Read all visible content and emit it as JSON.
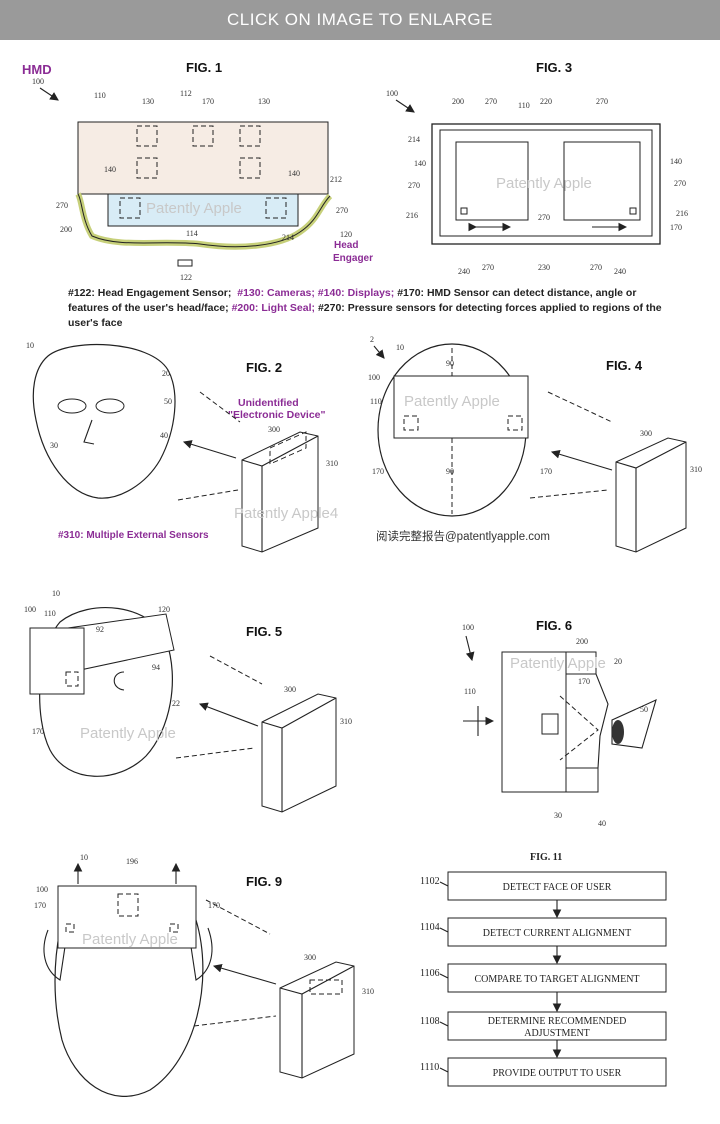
{
  "banner": "CLICK ON IMAGE TO ENLARGE",
  "figures": {
    "fig1": "FIG. 1",
    "fig2": "FIG. 2",
    "fig3": "FIG. 3",
    "fig4": "FIG. 4",
    "fig5": "FIG. 5",
    "fig6": "FIG. 6",
    "fig9": "FIG. 9",
    "fig11": "FIG. 11"
  },
  "annotations": {
    "hmd": "HMD",
    "head_engager_1": "Head",
    "head_engager_2": "Engager",
    "unidentified_1": "Unidentified",
    "unidentified_2": "\"Electronic Device\"",
    "ext_sensors": "#310: Multiple External Sensors",
    "chinese_link": "阅读完整报告@patentlyapple.com"
  },
  "watermarks": {
    "w1": "Patently Apple",
    "w2": "Patently Apple",
    "w3": "Patently Apple4",
    "w4": "Patently Apple",
    "w5": "Patently Apple",
    "w6": "Patently Apple",
    "w7": "Patently Apple"
  },
  "caption": {
    "s122": "#122: Head Engagement Sensor;",
    "s130": "#130: Cameras;",
    "s140": "#140: Displays;",
    "s170": "#170: HMD Sensor can detect distance, angle or features of the user's head/face;",
    "s200": "#200: Light Seal;",
    "s270": "#270: Pressure sensors for detecting forces applied to regions of the user's face"
  },
  "refs": {
    "r2": "2",
    "r10": "10",
    "r20": "20",
    "r22": "22",
    "r30": "30",
    "r40": "40",
    "r50": "50",
    "r90": "90",
    "r92": "92",
    "r94": "94",
    "r100": "100",
    "r110": "110",
    "r112": "112",
    "r114": "114",
    "r120": "120",
    "r122": "122",
    "r130": "130",
    "r140": "140",
    "r170": "170",
    "r196": "196",
    "r200": "200",
    "r212": "212",
    "r214": "214",
    "r216": "216",
    "r220": "220",
    "r230": "230",
    "r240": "240",
    "r270": "270",
    "r300": "300",
    "r310": "310"
  },
  "flowchart": {
    "steps": [
      {
        "id": "1102",
        "text": "DETECT FACE OF USER"
      },
      {
        "id": "1104",
        "text": "DETECT CURRENT ALIGNMENT"
      },
      {
        "id": "1106",
        "text": "COMPARE TO TARGET ALIGNMENT"
      },
      {
        "id": "1108",
        "text": "DETERMINE RECOMMENDED",
        "text2": "ADJUSTMENT"
      },
      {
        "id": "1110",
        "text": "PROVIDE OUTPUT TO USER"
      }
    ]
  }
}
